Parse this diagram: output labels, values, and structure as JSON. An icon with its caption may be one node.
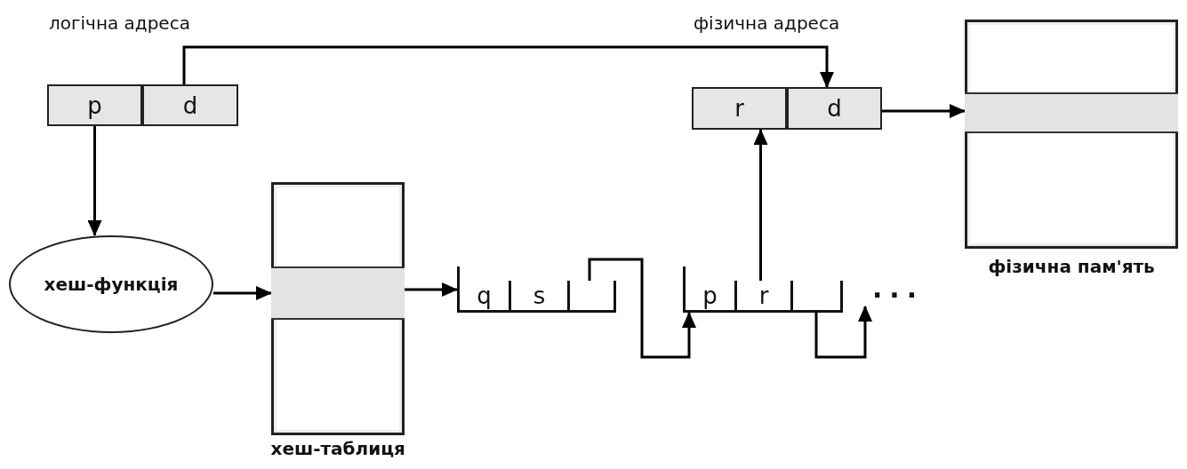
{
  "diagram": {
    "nodes": [
      {
        "text": [
          "p"
        ]
      },
      {
        "text": [
          "d"
        ]
      },
      {
        "text": [
          "r"
        ]
      },
      {
        "text": [
          "d"
        ]
      },
      {
        "text": [
          "хеш-функція"
        ]
      },
      {
        "text": [],
        "shape": "box",
        "beside": [
          "хеш-таблиця"
        ]
      },
      {
        "text": [],
        "shape": "box",
        "in": 5
      },
      {
        "text": [
          "q"
        ]
      },
      {
        "text": [
          "s"
        ]
      },
      {
        "text": [],
        "shape": "box"
      },
      {
        "text": [
          "p"
        ]
      },
      {
        "text": [
          "r"
        ]
      },
      {
        "text": [],
        "shape": "box"
      },
      {
        "text": [
          "..."
        ]
      },
      {
        "text": [],
        "shape": "box",
        "beside": [
          "фізична пам'ять"
        ]
      },
      {
        "text": [],
        "shape": "box",
        "in": 14
      }
    ],
    "edges": [
      {
        "from": 0,
        "to": 4,
        "arrow": "to"
      },
      {
        "from": 1,
        "to": 3,
        "arrow": "to"
      },
      {
        "from": 4,
        "to": 6,
        "arrow": "to"
      },
      {
        "from": 6,
        "to": 7,
        "arrow": "to"
      },
      {
        "from": 9,
        "to": 10,
        "arrow": "to"
      },
      {
        "from": 11,
        "to": 2,
        "arrow": "to"
      },
      {
        "from": 12,
        "to": 13,
        "arrow": "to"
      },
      {
        "from": 3,
        "to": 15,
        "arrow": "to"
      }
    ],
    "labels": [
      "логічна адреса",
      "фізична адреса"
    ]
  }
}
